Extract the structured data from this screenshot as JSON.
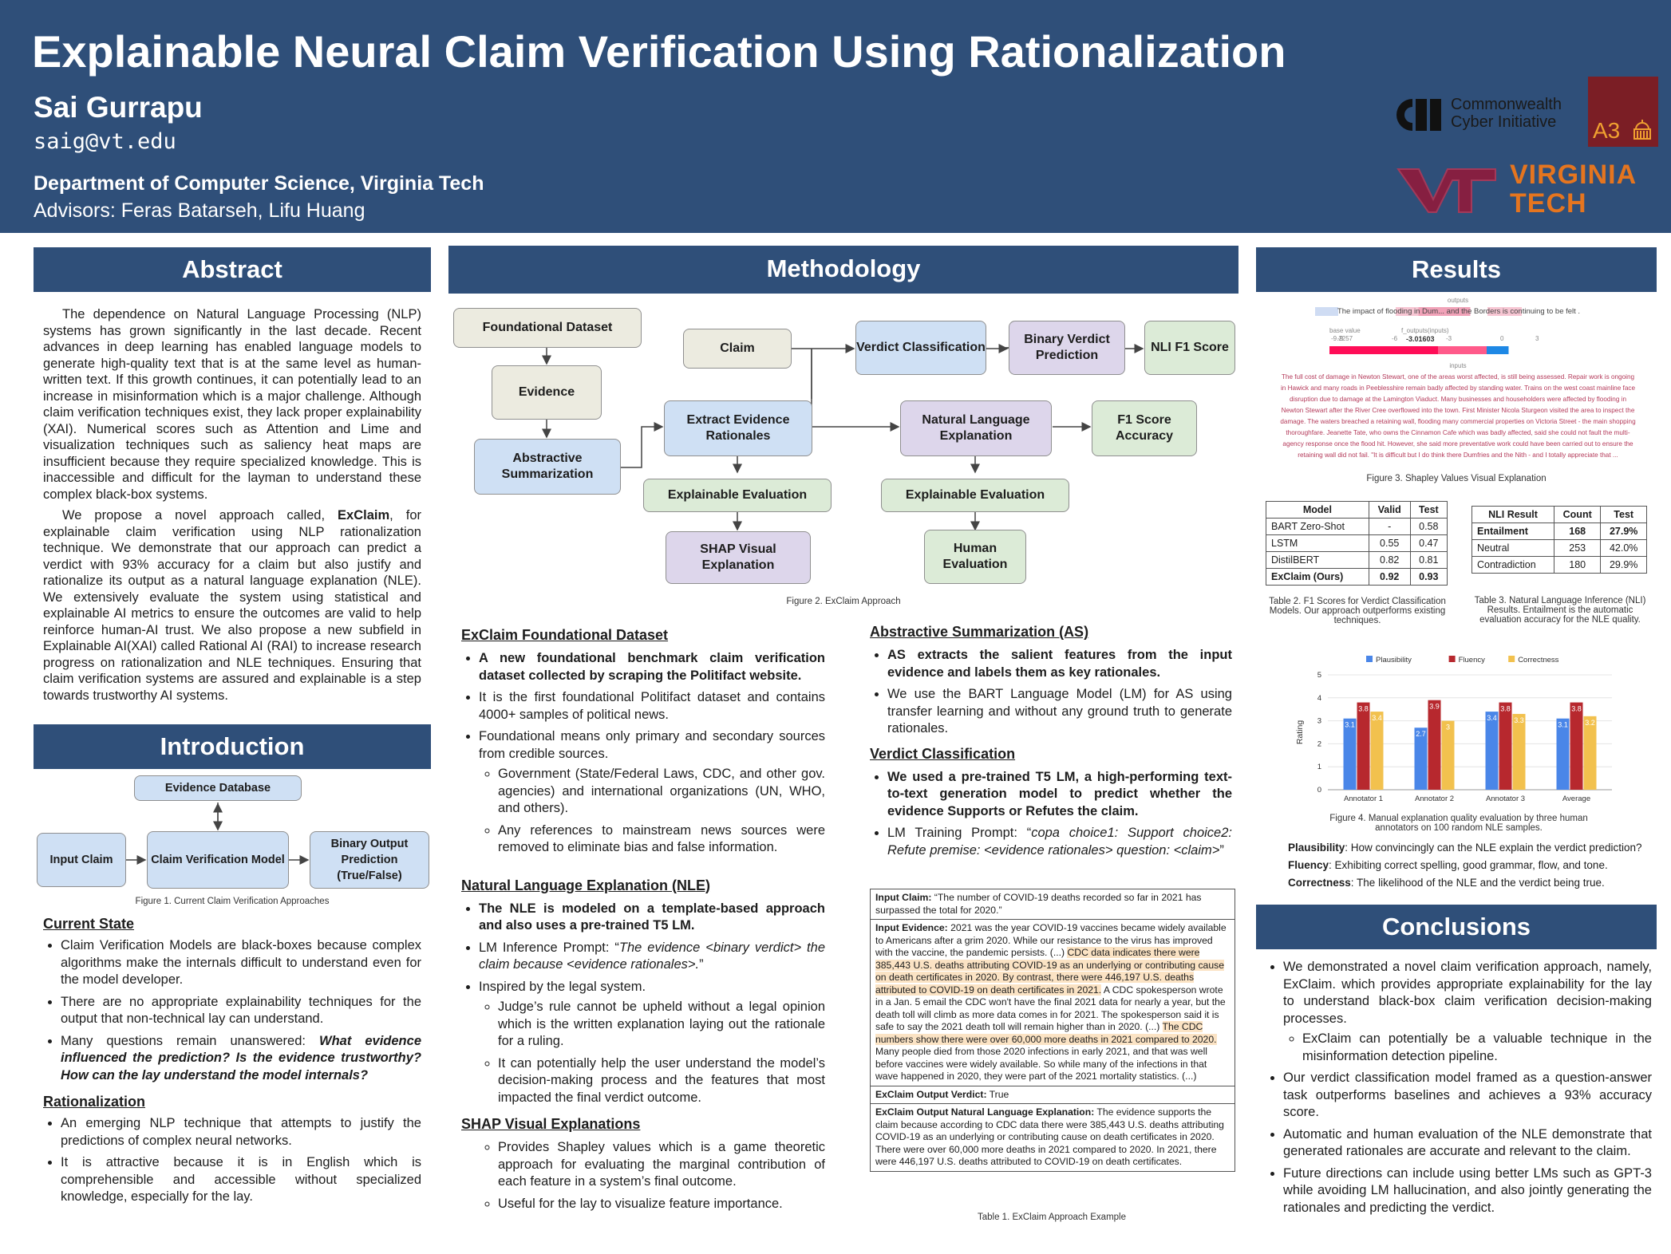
{
  "header": {
    "title": "Explainable Neural Claim Verification Using Rationalization",
    "author": "Sai Gurrapu",
    "email": "saig@vt.edu",
    "department": "Department of Computer Science, Virginia Tech",
    "advisors": "Advisors: Feras Batarseh, Lifu Huang",
    "logo_cci_line1": "Commonwealth",
    "logo_cci_line2": "Cyber Initiative",
    "logo_a3": "A3",
    "logo_vt_line1": "VIRGINIA",
    "logo_vt_line2": "TECH"
  },
  "abstract": {
    "heading": "Abstract",
    "p1": "The dependence on Natural Language Processing (NLP) systems has grown significantly in the last decade. Recent advances in deep learning has enabled language models to generate high-quality text that is at the same level as human-written text. If this growth continues, it can potentially lead to an increase in misinformation which is a major challenge. Although claim verification techniques exist, they lack proper explainability (XAI). Numerical scores such as Attention and Lime and visualization techniques such as saliency heat maps are insufficient because they require specialized knowledge. This is inaccessible and difficult for the layman to understand these complex black-box systems.",
    "p2_pre": "We propose a novel approach called, ",
    "p2_bold": "ExClaim",
    "p2_post": ", for explainable claim verification using NLP rationalization technique. We demonstrate that our approach can predict a verdict with 93% accuracy for a claim but also justify and rationalize its output as a natural language explanation (NLE). We extensively evaluate the system using statistical and explainable AI metrics to ensure the outcomes are valid to help reinforce human-AI trust. We also propose a new subfield in Explainable AI(XAI) called Rational AI (RAI) to increase research progress on rationalization and NLE techniques. Ensuring that claim verification systems are assured and explainable is a step towards trustworthy AI systems."
  },
  "introduction": {
    "heading": "Introduction",
    "diagram": {
      "evidence_db": "Evidence Database",
      "input": "Input Claim",
      "model": "Claim Verification Model",
      "output": "Binary Output Prediction (True/False)"
    },
    "figure_caption": "Figure 1. Current Claim Verification Approaches",
    "current_state_heading": "Current State",
    "cs_1": "Claim Verification Models are black-boxes because complex algorithms make the internals difficult to understand even for the model developer.",
    "cs_2": "There are no appropriate explainability techniques for the output that non-technical lay can understand.",
    "cs_3_pre": "Many questions remain unanswered: ",
    "cs_3_em": "What evidence influenced the prediction? Is the evidence trustworthy? How can the lay understand the model internals?",
    "rationalization_heading": "Rationalization",
    "r_1": "An emerging NLP technique that attempts to justify the predictions of complex neural networks.",
    "r_2": "It is attractive because it is in English which is comprehensible and accessible without specialized knowledge, especially for the lay."
  },
  "methodology": {
    "heading": "Methodology",
    "flow": {
      "foundational_dataset": "Foundational Dataset",
      "evidence": "Evidence",
      "abstractive_summarization": "Abstractive Summarization",
      "claim": "Claim",
      "verdict_classification": "Verdict Classification",
      "binary_verdict_prediction": "Binary Verdict Prediction",
      "nli_f1_score": "NLI F1 Score",
      "extract_evidence_rationales": "Extract Evidence Rationales",
      "natural_language_explanation": "Natural Language Explanation",
      "f1_score_accuracy": "F1 Score Accuracy",
      "explainable_evaluation_1": "Explainable Evaluation",
      "explainable_evaluation_2": "Explainable Evaluation",
      "shap_visual_explanation": "SHAP Visual Explanation",
      "human_evaluation": "Human Evaluation"
    },
    "figure_caption": "Figure 2. ExClaim Approach",
    "dataset_heading": "ExClaim Foundational Dataset",
    "ds_1": "A new foundational benchmark claim verification dataset collected by scraping the Politifact website.",
    "ds_2": "It is the first foundational Politifact dataset and contains 4000+ samples of political news.",
    "ds_3": "Foundational means only primary and secondary sources from credible sources.",
    "ds_3a": "Government (State/Federal Laws, CDC, and other gov. agencies) and international organizations (UN, WHO, and others).",
    "ds_3b": "Any references to mainstream news sources were removed to eliminate bias and false information.",
    "nle_heading": "Natural Language Explanation (NLE)",
    "nle_1": "The NLE is modeled on a template-based approach and also uses a pre-trained T5 LM.",
    "nle_2_pre": "LM Inference Prompt: “",
    "nle_2_em": "The evidence <binary verdict> the claim because <evidence rationales>.",
    "nle_2_post": "”",
    "nle_3": "Inspired by the legal system.",
    "nle_3a": "Judge’s rule cannot be upheld without a legal opinion which is the written explanation laying out the rationale for a ruling.",
    "nle_3b": "It can potentially help the user understand the model’s decision-making process and the features that most impacted the final verdict outcome.",
    "shap_heading": "SHAP Visual Explanations",
    "shap_1": "Provides Shapley values which is a game theoretic approach for evaluating the marginal contribution of each feature in a system’s final outcome.",
    "shap_2": "Useful for the lay to visualize feature importance.",
    "as_heading": "Abstractive Summarization (AS)",
    "as_1": "AS extracts the salient features from the input evidence and labels them as key rationales.",
    "as_2": "We use the BART Language Model (LM) for AS using transfer learning and without any ground truth to generate rationales.",
    "vc_heading": "Verdict Classification",
    "vc_1": "We used a pre-trained T5 LM, a high-performing text-to-text generation model to predict whether the evidence Supports or Refutes the claim.",
    "vc_2_pre": "LM Training Prompt: “",
    "vc_2_em": "copa choice1: Support choice2: Refute premise: <evidence rationales> question: <claim>",
    "vc_2_post": "”",
    "example": {
      "input_claim_label": "Input Claim:",
      "input_claim": " “The number of COVID-19 deaths recorded so far in 2021 has surpassed the total for 2020.”",
      "input_evidence_label": "Input Evidence:",
      "ev_1": " 2021 was the year COVID-19 vaccines became widely available to Americans after a grim 2020. While our resistance to the virus has improved with the vaccine, the pandemic persists. (...) ",
      "ev_2": "CDC data indicates there were 385,443 U.S. deaths attributing COVID-19 as an underlying or contributing cause on death certificates in 2020. By contrast, there were 446,197 U.S. deaths attributed to COVID-19 on death certificates in 2021.",
      "ev_3": " A CDC spokesperson wrote in a Jan. 5 email the CDC won't have the final 2021 data for nearly a year, but the death toll will climb as more data comes in for 2021. The spokesperson said it is safe to say the 2021 death toll will remain higher than in 2020. (...) ",
      "ev_4": "The CDC numbers show there were over 60,000 more deaths in 2021 compared to 2020.",
      "ev_5": " Many people died from those 2020 infections in early 2021, and that was well before vaccines were widely available. So while many of the infections in that wave happened in 2020, they were part of the 2021 mortality statistics. (...)",
      "verdict_label": "ExClaim Output Verdict:",
      "verdict": " True",
      "nle_label": "ExClaim Output Natural Language Explanation:",
      "nle": " The evidence supports the claim because according to CDC data there were 385,443 U.S. deaths attributing COVID-19 as an underlying or contributing cause on death certificates in 2020. There were over 60,000 more deaths in 2021 compared to 2020. In 2021, there were 446,197 U.S. deaths attributed to COVID-19 on death certificates."
    },
    "table_caption": "Table 1. ExClaim Approach Example"
  },
  "results": {
    "heading": "Results",
    "shap": {
      "outputs_label": "outputs",
      "top_text": "The impact of flooding in Dum... and the Borders is continuing to be felt .",
      "base_value_label": "base value",
      "base_value": "-9.2257",
      "fx_label": "f_outputs(inputs)",
      "fx_value": "-3.01603",
      "axis_ticks": [
        "-9",
        "-6",
        "-3",
        "0",
        "3"
      ],
      "inputs_label": "inputs",
      "body_text": "The full cost of damage in Newton Stewart, one of the areas worst affected, is still being assessed. Repair work is ongoing in Hawick and many roads in Peeblesshire remain badly affected by standing water. Trains on the west coast mainline face disruption due to damage at the Lamington Viaduct. Many businesses and householders were affected by flooding in Newton Stewart after the River Cree overflowed into the town. First Minister Nicola Sturgeon visited the area to inspect the damage. The waters breached a retaining wall, flooding many commercial properties on Victoria Street - the main shopping thoroughfare. Jeanette Tate, who owns the Cinnamon Cafe which was badly affected, said she could not fault the multi-agency response once the flood hit. However, she said more preventative work could have been carried out to ensure the retaining wall did not fail. \"It is difficult but I do think there Dumfries and the Nith - and I totally appreciate that ..."
    },
    "fig3_caption": "Figure 3. Shapley Values Visual Explanation",
    "table2": {
      "headers": [
        "Model",
        "Valid",
        "Test"
      ],
      "rows": [
        [
          "BART Zero-Shot",
          "-",
          "0.58"
        ],
        [
          "LSTM",
          "0.55",
          "0.47"
        ],
        [
          "DistilBERT",
          "0.82",
          "0.81"
        ],
        [
          "ExClaim (Ours)",
          "0.92",
          "0.93"
        ]
      ],
      "caption": "Table 2. F1 Scores for Verdict Classification Models. Our approach outperforms existing techniques."
    },
    "table3": {
      "headers": [
        "NLI Result",
        "Count",
        "Test"
      ],
      "rows": [
        [
          "Entailment",
          "168",
          "27.9%"
        ],
        [
          "Neutral",
          "253",
          "42.0%"
        ],
        [
          "Contradiction",
          "180",
          "29.9%"
        ]
      ],
      "caption": "Table 3. Natural Language Inference (NLI) Results. Entailment is the automatic evaluation accuracy for the NLE quality."
    },
    "fig4_caption": "Figure 4. Manual explanation quality evaluation by three human annotators on 100 random NLE samples.",
    "def_plausibility_label": "Plausibility",
    "def_plausibility": ": How convincingly can the NLE explain the verdict prediction?",
    "def_fluency_label": "Fluency",
    "def_fluency": ": Exhibiting correct spelling, good grammar, flow, and tone.",
    "def_correctness_label": "Correctness",
    "def_correctness": ": The likelihood of the NLE and the verdict being true."
  },
  "chart_data": {
    "type": "bar",
    "title": "",
    "xlabel": "",
    "ylabel": "Rating",
    "ylim": [
      0,
      5
    ],
    "yticks": [
      "0",
      "1",
      "2",
      "3",
      "4",
      "5"
    ],
    "categories": [
      "Annotator 1",
      "Annotator 2",
      "Annotator 3",
      "Average"
    ],
    "series": [
      {
        "name": "Plausibility",
        "color": "#4a86e8",
        "values": [
          3.1,
          2.7,
          3.4,
          3.1
        ],
        "labels": [
          "3.1",
          "2.7",
          "3.4",
          "3.1"
        ]
      },
      {
        "name": "Fluency",
        "color": "#b7282e",
        "values": [
          3.8,
          3.9,
          3.8,
          3.8
        ],
        "labels": [
          "3.8",
          "3.9",
          "3.8",
          "3.8"
        ]
      },
      {
        "name": "Correctness",
        "color": "#f2c14e",
        "values": [
          3.4,
          3.0,
          3.3,
          3.2
        ],
        "labels": [
          "3.4",
          "3",
          "3.3",
          "3.2"
        ]
      }
    ],
    "legend": "top"
  },
  "conclusions": {
    "heading": "Conclusions",
    "c_1": "We demonstrated a novel claim verification approach, namely, ExClaim. which provides appropriate explainability for the lay to understand black-box claim verification decision-making processes.",
    "c_1a": "ExClaim can potentially be a valuable technique in the misinformation detection pipeline.",
    "c_2": "Our verdict classification model framed as a question-answer task outperforms baselines and achieves a 93% accuracy score.",
    "c_3": "Automatic and human evaluation of the NLE demonstrate that generated rationales are accurate and relevant to the claim.",
    "c_4": "Future directions can include using better LMs such as GPT-3 while avoiding LM hallucination, and also jointly generating the rationales and predicting the verdict."
  },
  "colors": {
    "header_bg": "#2f4f79",
    "vt_maroon": "#861f41",
    "vt_orange": "#e5751f"
  }
}
